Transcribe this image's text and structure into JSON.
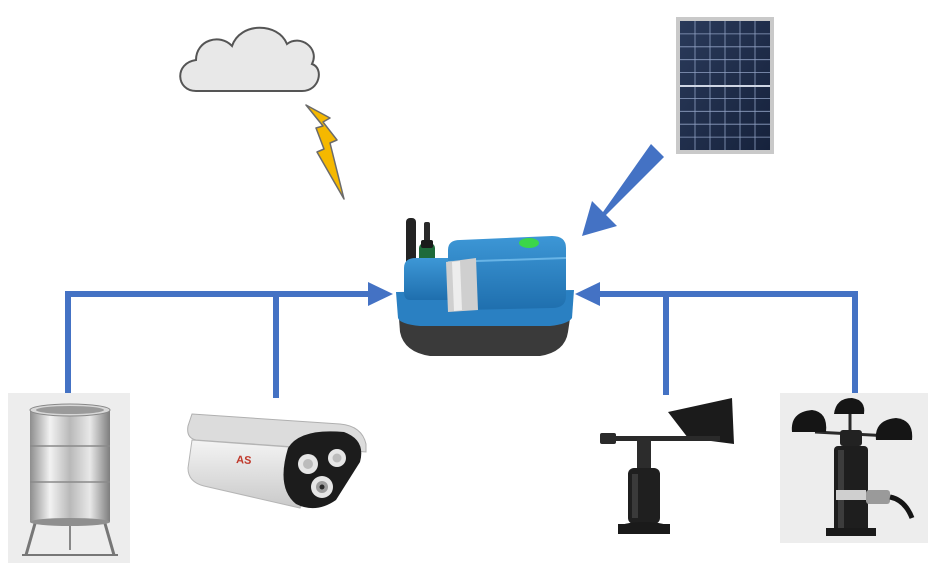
{
  "diagram": {
    "nodes": [
      {
        "id": "cloud",
        "icon": "cloud-icon"
      },
      {
        "id": "wireless-link",
        "icon": "lightning-bolt-icon"
      },
      {
        "id": "solar-panel",
        "icon": "solar-panel-icon"
      },
      {
        "id": "data-logger",
        "icon": "data-logger-icon"
      },
      {
        "id": "rain-gauge",
        "icon": "rain-gauge-icon"
      },
      {
        "id": "camera",
        "icon": "surveillance-camera-icon",
        "logo": "AS"
      },
      {
        "id": "wind-vane",
        "icon": "wind-vane-icon"
      },
      {
        "id": "anemometer",
        "icon": "anemometer-icon"
      }
    ],
    "edges": [
      {
        "from": "solar-panel",
        "to": "data-logger"
      },
      {
        "from": "rain-gauge",
        "to": "data-logger"
      },
      {
        "from": "camera",
        "to": "data-logger"
      },
      {
        "from": "wind-vane",
        "to": "data-logger"
      },
      {
        "from": "anemometer",
        "to": "data-logger"
      },
      {
        "from": "data-logger",
        "to": "cloud"
      }
    ],
    "colors": {
      "connector": "#4472c4",
      "bolt": "#f5b800",
      "logger_body": "#2f86c8",
      "logger_base": "#3a3a3a"
    }
  }
}
